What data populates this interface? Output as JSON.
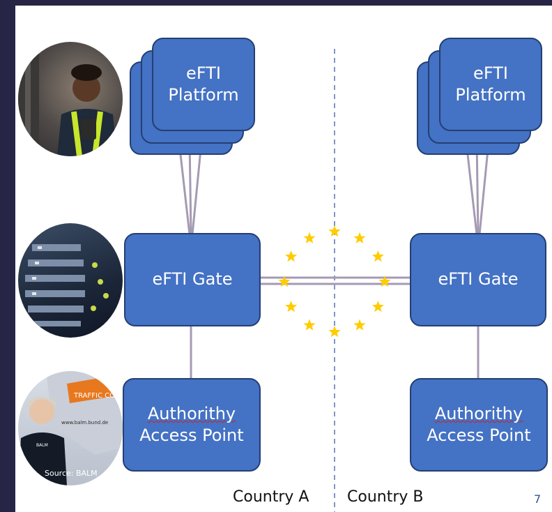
{
  "diagram": {
    "left": {
      "platform_line1": "eFTI",
      "platform_line2": "Platform",
      "gate": "eFTI Gate",
      "access_line1": "Authorithy",
      "access_line2": "Access Point"
    },
    "right": {
      "platform_line1": "eFTI",
      "platform_line2": "Platform",
      "gate": "eFTI Gate",
      "access_line1": "Authorithy",
      "access_line2": "Access Point"
    },
    "country_a": "Country A",
    "country_b": "Country B",
    "page_number": "7",
    "photo_credit": "Source: BALM",
    "van_text": "TRAFFIC CONTROL",
    "van_url": "www.balm.bund.de",
    "vest_text": "BALM"
  },
  "colors": {
    "background": "#262545",
    "box_fill": "#4472c4",
    "box_border": "#243f73",
    "connector": "#a59ab3",
    "divider": "#7f95c8",
    "stars": "#ffcc00"
  }
}
